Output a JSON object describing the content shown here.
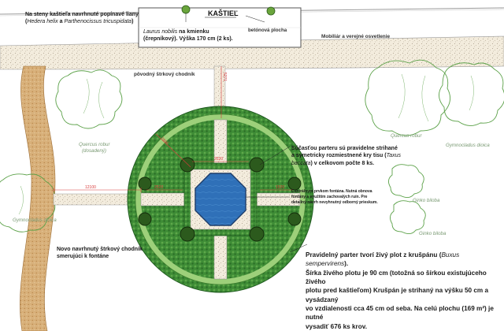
{
  "title": "KAŠTIEĽ",
  "wall_note": {
    "line1": "Na steny kaštieľa navrhnuté popínavé liany",
    "species_a": "Hedera helix",
    "conj": " a ",
    "species_b": "Parthenocissus tricuspidata",
    "open": "(",
    "close": ")"
  },
  "laurus_note": {
    "species": "Laurus nobilis",
    "line1_rest": " na kmienku",
    "line2": "(črepníkový). Výška 170 cm (2 ks)."
  },
  "concrete_label": "betónová plocha",
  "furniture_label": "Mobiliár a verejné osvetlenie",
  "path_original": "pôvodný štrkový chodník",
  "tree_labels": {
    "quercus_left": "Quercus robur",
    "quercus_left_note": "(dosadený)",
    "quercus_right": "Quercus robur",
    "gymnocladus_right": "Gymnocladus dioica",
    "gymnocladus_left": "Gymnocladus dioica",
    "ginkgo_1": "Ginko biloba",
    "ginkgo_2": "Ginko biloba"
  },
  "taxus_note": {
    "line1": "Súčasťou parteru sú pravidelne strihané",
    "line2_a": "a symetricky rozmiestnené kry tisu (",
    "species": "Taxus",
    "species2": "baccata",
    "line3_rest": ") v celkovom počte 8 ks."
  },
  "fountain_note": {
    "line1": "Centrálnym prvkom fontána. Nutná obnova",
    "line2": "fontány s využitím zachovalých ruín. Pre",
    "line3": "detailný návrh nevyhnutný odborný prieskum."
  },
  "new_path_note": {
    "line1": "Novo navrhnutý štrkový chodník",
    "line2": "smerujúci k fontáne"
  },
  "buxus_note": {
    "line1_a": "Pravidelný parter tvorí živý plot z krušpánu (",
    "species": "Buxus sempervirens",
    "line1_b": ").",
    "line2": "Šírka živého plotu je 90 cm (totožná so šírkou existujúceho živého",
    "line3": "plotu pred kaštieľom) Krušpán je strihaný na výšku 50 cm a vysádzaný",
    "line4": "vo vzdialenosti cca 45 cm od seba. Na celú plochu (169 m²) je nutné",
    "line5": "vysadiť 676 ks krov."
  },
  "dimensions": {
    "d_12100": "12100",
    "d_2520": "2520",
    "d_2520b": "2520",
    "d_1520": "1520",
    "d_vertical": "5271",
    "d_diag": "7890",
    "d_inner": "2520"
  },
  "colors": {
    "hedge": "#2d7a2d",
    "hedge_light": "#8fc46a",
    "gravel": "#efe6d2",
    "path_brown": "#c89a5f",
    "water": "#2f70b8",
    "dim_red": "#d83a3a",
    "tree_outline": "#5da24a"
  }
}
